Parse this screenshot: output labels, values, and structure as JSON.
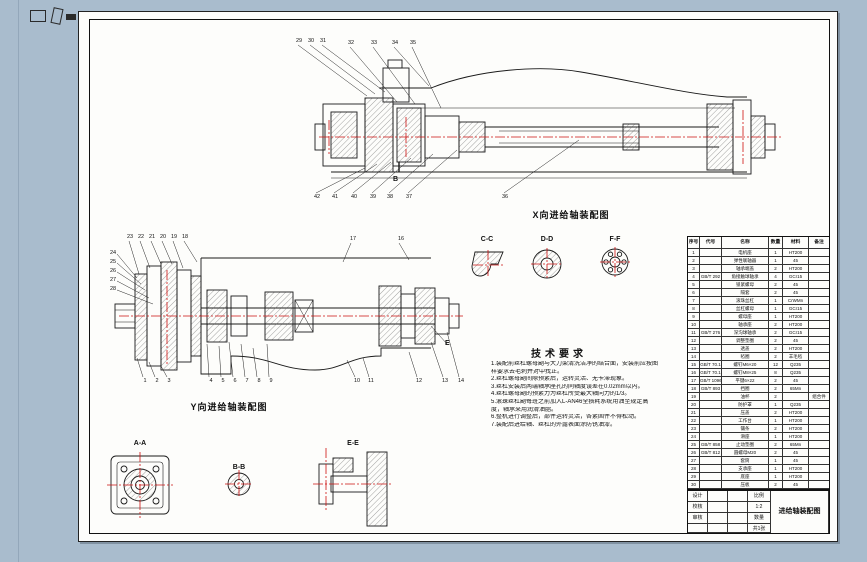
{
  "colors": {
    "bg": "#a9bccd",
    "sheet": "#fdfdfb",
    "line": "#1a1a1a",
    "red": "#cc1010"
  },
  "x_view": {
    "title": "X向进给轴装配图",
    "callouts_top": [
      "29",
      "30",
      "31",
      "32",
      "33",
      "34",
      "35"
    ],
    "callouts_bottom": [
      "42",
      "41",
      "40",
      "39",
      "38",
      "37",
      "36"
    ],
    "section_mark": "B"
  },
  "y_view": {
    "title": "Y向进给轴装配图",
    "callouts_top": [
      "23",
      "22",
      "21",
      "20",
      "19",
      "18",
      "17",
      "16"
    ],
    "callouts_left": [
      "24",
      "25",
      "26",
      "27",
      "28"
    ],
    "callouts_bottom": [
      "1",
      "2",
      "3",
      "4",
      "5",
      "6",
      "7",
      "8",
      "9",
      "10",
      "11",
      "12",
      "13",
      "14"
    ],
    "detail_mark": "E"
  },
  "sections": {
    "cc": "C-C",
    "dd": "D-D",
    "ff": "F-F",
    "aa": "A-A",
    "bb": "B-B",
    "ee": "E-E"
  },
  "tech": {
    "title": "技术要求",
    "lines": [
      "1.装配前丝杠螺母副与大刀架清洗洁净的结合面，安装前应按图",
      "样要求去毛刺并对中找正。",
      "2.丝杠螺母副间隙预紧后，运转灵活、无卡滞现象。",
      "3.丝杠安装后两端轴承座孔的同轴度误差在0.02mm以内。",
      "4.丝杠螺母副的预紧力为丝杠所受最大轴向力的1/3。",
      "5.滚珠丝杠副每班之前加入L-AN46全损耗系统用油至规定高",
      "度，轴承采用润滑油脂。",
      "6.整机进行调整后，部件运转灵活，各紧固件不得松动。",
      "7.装配后进给轴、丝杠的外露表面涂防锈油漆。"
    ]
  },
  "bom": {
    "headers": [
      "序号",
      "代号",
      "名称",
      "数量",
      "材料",
      "备注"
    ],
    "rows": [
      {
        "n": "1",
        "code": "",
        "name": "电机座",
        "qty": "1",
        "mat": "HT200",
        "note": ""
      },
      {
        "n": "2",
        "code": "",
        "name": "弹性联轴器",
        "qty": "1",
        "mat": "45",
        "note": ""
      },
      {
        "n": "3",
        "code": "",
        "name": "轴承端盖",
        "qty": "2",
        "mat": "HT200",
        "note": ""
      },
      {
        "n": "4",
        "code": "GB/T 292",
        "name": "角接触球轴承",
        "qty": "4",
        "mat": "GCr15",
        "note": ""
      },
      {
        "n": "5",
        "code": "",
        "name": "锁紧螺母",
        "qty": "2",
        "mat": "45",
        "note": ""
      },
      {
        "n": "6",
        "code": "",
        "name": "隔套",
        "qty": "2",
        "mat": "45",
        "note": ""
      },
      {
        "n": "7",
        "code": "",
        "name": "滚珠丝杠",
        "qty": "1",
        "mat": "CrWMn",
        "note": ""
      },
      {
        "n": "8",
        "code": "",
        "name": "丝杠螺母",
        "qty": "1",
        "mat": "GCr15",
        "note": ""
      },
      {
        "n": "9",
        "code": "",
        "name": "螺母座",
        "qty": "1",
        "mat": "HT200",
        "note": ""
      },
      {
        "n": "10",
        "code": "",
        "name": "轴承座",
        "qty": "2",
        "mat": "HT200",
        "note": ""
      },
      {
        "n": "11",
        "code": "GB/T 276",
        "name": "深沟球轴承",
        "qty": "2",
        "mat": "GCr15",
        "note": ""
      },
      {
        "n": "12",
        "code": "",
        "name": "调整垫圈",
        "qty": "2",
        "mat": "45",
        "note": ""
      },
      {
        "n": "13",
        "code": "",
        "name": "透盖",
        "qty": "2",
        "mat": "HT200",
        "note": ""
      },
      {
        "n": "14",
        "code": "",
        "name": "毡圈",
        "qty": "2",
        "mat": "羊毛毡",
        "note": ""
      },
      {
        "n": "15",
        "code": "GB/T 70.1",
        "name": "螺钉M6×20",
        "qty": "12",
        "mat": "Q235",
        "note": ""
      },
      {
        "n": "16",
        "code": "GB/T 70.1",
        "name": "螺钉M8×25",
        "qty": "8",
        "mat": "Q235",
        "note": ""
      },
      {
        "n": "17",
        "code": "GB/T 1096",
        "name": "平键6×22",
        "qty": "2",
        "mat": "45",
        "note": ""
      },
      {
        "n": "18",
        "code": "GB/T 893",
        "name": "挡圈",
        "qty": "2",
        "mat": "65Mn",
        "note": ""
      },
      {
        "n": "19",
        "code": "",
        "name": "油杯",
        "qty": "2",
        "mat": "",
        "note": "组合件"
      },
      {
        "n": "20",
        "code": "",
        "name": "防护罩",
        "qty": "1",
        "mat": "Q235",
        "note": ""
      },
      {
        "n": "21",
        "code": "",
        "name": "压盖",
        "qty": "2",
        "mat": "HT200",
        "note": ""
      },
      {
        "n": "22",
        "code": "",
        "name": "工作台",
        "qty": "1",
        "mat": "HT200",
        "note": ""
      },
      {
        "n": "23",
        "code": "",
        "name": "镶条",
        "qty": "2",
        "mat": "HT200",
        "note": ""
      },
      {
        "n": "24",
        "code": "",
        "name": "滑座",
        "qty": "1",
        "mat": "HT200",
        "note": ""
      },
      {
        "n": "25",
        "code": "GB/T 858",
        "name": "止动垫圈",
        "qty": "2",
        "mat": "65Mn",
        "note": ""
      },
      {
        "n": "26",
        "code": "GB/T 812",
        "name": "圆螺母M20",
        "qty": "2",
        "mat": "45",
        "note": ""
      },
      {
        "n": "27",
        "code": "",
        "name": "套筒",
        "qty": "1",
        "mat": "45",
        "note": ""
      },
      {
        "n": "28",
        "code": "",
        "name": "支承座",
        "qty": "1",
        "mat": "HT200",
        "note": ""
      },
      {
        "n": "29",
        "code": "",
        "name": "底座",
        "qty": "1",
        "mat": "HT200",
        "note": ""
      },
      {
        "n": "30",
        "code": "",
        "name": "压板",
        "qty": "2",
        "mat": "45",
        "note": ""
      }
    ]
  },
  "title_block": {
    "design": "设计",
    "check": "校核",
    "audit": "审核",
    "scale_label": "比例",
    "scale": "1:2",
    "qty_label": "数量",
    "sheet_info": "共1张",
    "name": "进给轴装配图"
  }
}
